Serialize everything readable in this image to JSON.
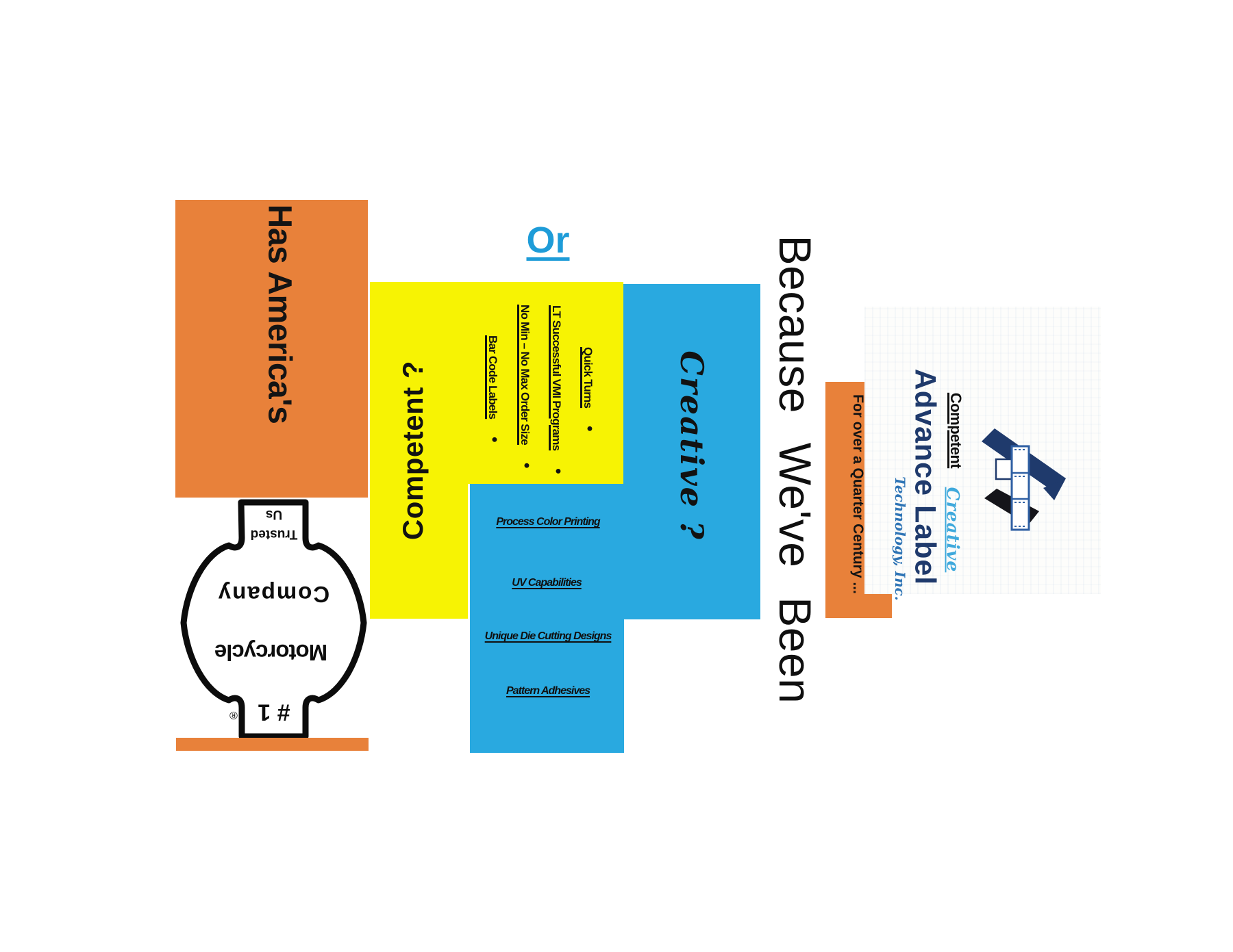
{
  "colors": {
    "orange": "#E8813A",
    "yellow": "#F7F303",
    "blue": "#29A9E0",
    "or_blue": "#1E9CD8",
    "logo_navy": "#1F3A6C",
    "logo_subtitle_blue": "#2E74B5",
    "logo_creative_blue": "#3FA9DC",
    "ink": "#111111"
  },
  "left_panel": {
    "headline": "Has America's",
    "badge": {
      "number": "# 1",
      "reg_mark": "®",
      "brand_line1": "Motorcycle",
      "brand_line2": "Company",
      "bar_line1": "Trusted",
      "bar_line2": "Us"
    }
  },
  "divider": {
    "or_label": "Or"
  },
  "competent_section": {
    "title": "Competent ?",
    "bullet_glyph": "•",
    "bullets": [
      "Bar Code Labels",
      "No Min – No Max Order Size",
      "LT Successful VMI Programs",
      "Quick Turns"
    ]
  },
  "creative_section": {
    "title": "Creative ?",
    "items": [
      "Process Color Printing",
      "UV Capabilities",
      "Unique Die Cutting Designs",
      "Pattern Adhesives"
    ]
  },
  "tagline": {
    "because": "Because We've Been",
    "duration": "For over a Quarter Century ..."
  },
  "logo": {
    "tag_competent": "Competent",
    "tag_creative": "Creative",
    "name": "Advance Label",
    "subtitle": "Technology, Inc."
  }
}
